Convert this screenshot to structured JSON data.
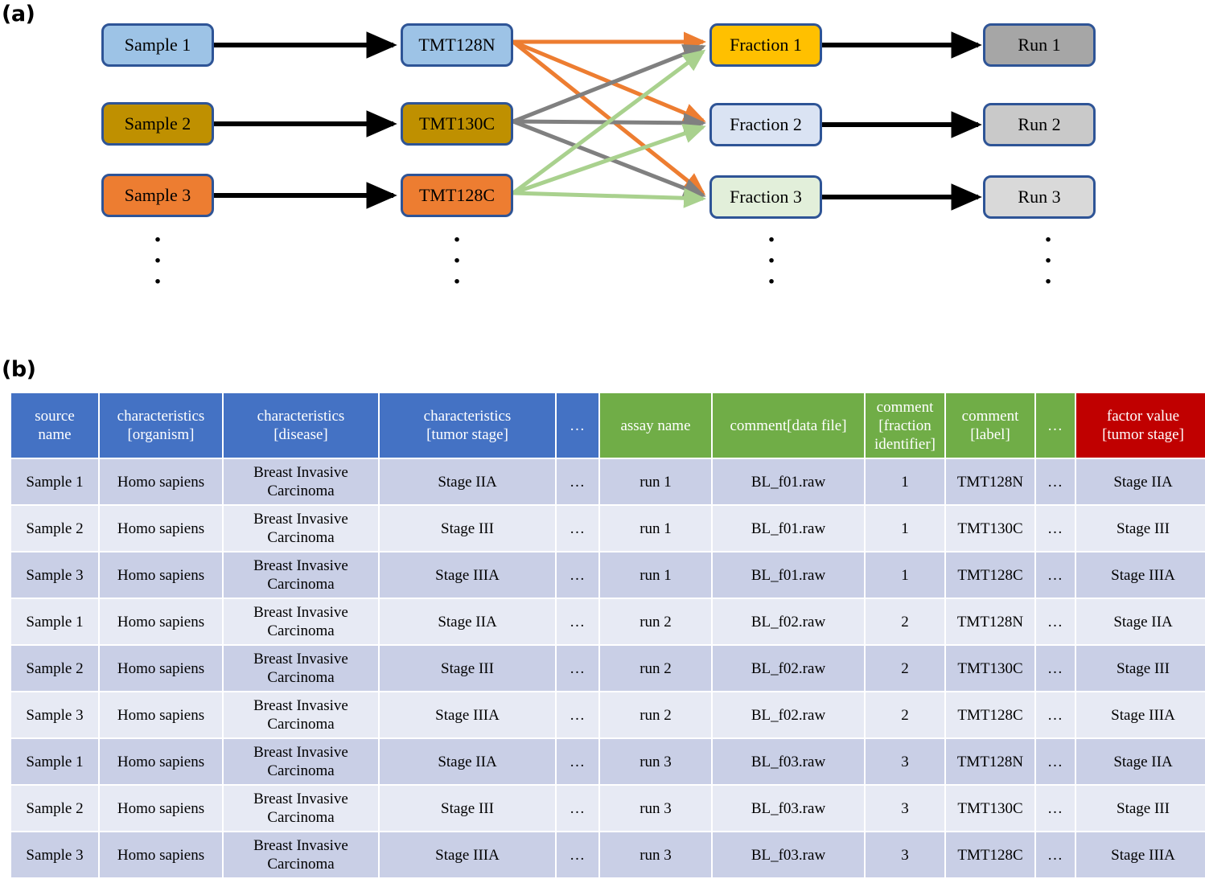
{
  "panels": {
    "a_label": "(a)",
    "b_label": "(b)"
  },
  "diagram": {
    "vertical_dots": "·",
    "columns": [
      {
        "name": "samples",
        "nodes": [
          {
            "label": "Sample 1",
            "fill": "#9DC3E6"
          },
          {
            "label": "Sample 2",
            "fill": "#BF9000"
          },
          {
            "label": "Sample 3",
            "fill": "#ED7D31"
          }
        ]
      },
      {
        "name": "labels",
        "nodes": [
          {
            "label": "TMT128N",
            "fill": "#9DC3E6"
          },
          {
            "label": "TMT130C",
            "fill": "#BF9000"
          },
          {
            "label": "TMT128C",
            "fill": "#ED7D31"
          }
        ]
      },
      {
        "name": "fractions",
        "nodes": [
          {
            "label": "Fraction 1",
            "fill": "#FFC000"
          },
          {
            "label": "Fraction 2",
            "fill": "#DAE3F3"
          },
          {
            "label": "Fraction 3",
            "fill": "#E2EFDA"
          }
        ]
      },
      {
        "name": "runs",
        "nodes": [
          {
            "label": "Run 1",
            "fill": "#A6A6A6"
          },
          {
            "label": "Run 2",
            "fill": "#C9C9C9"
          },
          {
            "label": "Run 3",
            "fill": "#D9D9D9"
          }
        ]
      }
    ],
    "edge_colors": {
      "from_tmt128n": "#ED7D31",
      "from_tmt130c": "#808080",
      "from_tmt128c": "#A9D18E",
      "direct_arrow": "#000000"
    },
    "node_border_color": "#2E5496"
  },
  "table": {
    "header_colors": {
      "source_group": "#4472C4",
      "assay_group": "#70AD47",
      "factor_group": "#C00000"
    },
    "row_colors": {
      "odd": "#C9CFE6",
      "even": "#E7EAF4"
    },
    "columns": [
      {
        "label": "source\nname",
        "group": "blue"
      },
      {
        "label": "characteristics\n[organism]",
        "group": "blue"
      },
      {
        "label": "characteristics\n[disease]",
        "group": "blue"
      },
      {
        "label": "characteristics\n[tumor stage]",
        "group": "blue"
      },
      {
        "label": "…",
        "group": "blue"
      },
      {
        "label": "assay name",
        "group": "green"
      },
      {
        "label": "comment[data file]",
        "group": "green"
      },
      {
        "label": "comment\n[fraction\nidentifier]",
        "group": "green"
      },
      {
        "label": "comment\n[label]",
        "group": "green"
      },
      {
        "label": "…",
        "group": "green"
      },
      {
        "label": "factor value\n[tumor stage]",
        "group": "red"
      }
    ],
    "header_lines": [
      [
        "source",
        "name"
      ],
      [
        "characteristics",
        "[organism]"
      ],
      [
        "characteristics",
        "[disease]"
      ],
      [
        "characteristics",
        "[tumor stage]"
      ],
      [
        "…"
      ],
      [
        "assay name"
      ],
      [
        "comment[data file]"
      ],
      [
        "comment",
        "[fraction",
        "identifier]"
      ],
      [
        "comment",
        "[label]"
      ],
      [
        "…"
      ],
      [
        "factor value",
        "[tumor stage]"
      ]
    ],
    "rows": [
      [
        "Sample 1",
        "Homo sapiens",
        "Breast Invasive Carcinoma",
        "Stage IIA",
        "…",
        "run 1",
        "BL_f01.raw",
        "1",
        "TMT128N",
        "…",
        "Stage IIA"
      ],
      [
        "Sample 2",
        "Homo sapiens",
        "Breast Invasive Carcinoma",
        "Stage III",
        "…",
        "run 1",
        "BL_f01.raw",
        "1",
        "TMT130C",
        "…",
        "Stage III"
      ],
      [
        "Sample 3",
        "Homo sapiens",
        "Breast Invasive Carcinoma",
        "Stage IIIA",
        "…",
        "run 1",
        "BL_f01.raw",
        "1",
        "TMT128C",
        "…",
        "Stage IIIA"
      ],
      [
        "Sample 1",
        "Homo sapiens",
        "Breast Invasive Carcinoma",
        "Stage IIA",
        "…",
        "run 2",
        "BL_f02.raw",
        "2",
        "TMT128N",
        "…",
        "Stage IIA"
      ],
      [
        "Sample 2",
        "Homo sapiens",
        "Breast Invasive Carcinoma",
        "Stage III",
        "…",
        "run 2",
        "BL_f02.raw",
        "2",
        "TMT130C",
        "…",
        "Stage III"
      ],
      [
        "Sample 3",
        "Homo sapiens",
        "Breast Invasive Carcinoma",
        "Stage IIIA",
        "…",
        "run 2",
        "BL_f02.raw",
        "2",
        "TMT128C",
        "…",
        "Stage IIIA"
      ],
      [
        "Sample 1",
        "Homo sapiens",
        "Breast Invasive Carcinoma",
        "Stage IIA",
        "…",
        "run 3",
        "BL_f03.raw",
        "3",
        "TMT128N",
        "…",
        "Stage IIA"
      ],
      [
        "Sample 2",
        "Homo sapiens",
        "Breast Invasive Carcinoma",
        "Stage III",
        "…",
        "run 3",
        "BL_f03.raw",
        "3",
        "TMT130C",
        "…",
        "Stage III"
      ],
      [
        "Sample 3",
        "Homo sapiens",
        "Breast Invasive Carcinoma",
        "Stage IIIA",
        "…",
        "run 3",
        "BL_f03.raw",
        "3",
        "TMT128C",
        "…",
        "Stage IIIA"
      ]
    ]
  }
}
